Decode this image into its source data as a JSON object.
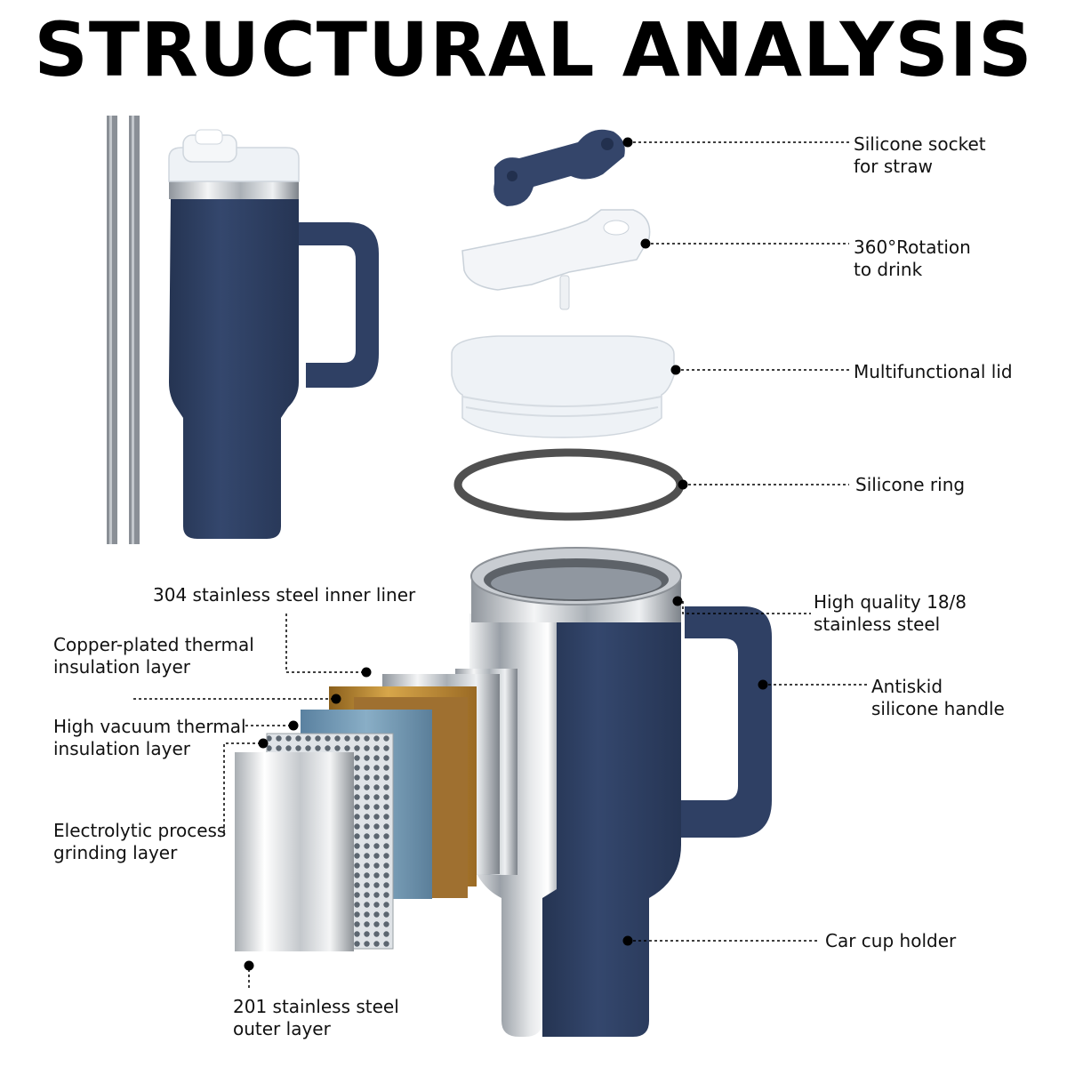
{
  "title": "STRUCTURAL ANALYSIS",
  "colors": {
    "navy": "#2e3f63",
    "steel": "#c9cdd2",
    "copper": "#c69237",
    "blue_layer": "#6e96b2",
    "ring": "#505050",
    "lid": "#eef2f6"
  },
  "labels": {
    "socket": [
      "Silicone socket",
      "for straw"
    ],
    "rotation": [
      "360°Rotation",
      "to drink"
    ],
    "lid": [
      "Multifunctional lid"
    ],
    "ring": [
      "Silicone ring"
    ],
    "steel": [
      "High quality 18/8",
      "stainless steel"
    ],
    "handle": [
      "Antiskid",
      "silicone handle"
    ],
    "holder": [
      "Car cup holder"
    ],
    "inner": [
      "304 stainless steel inner liner"
    ],
    "copper": [
      "Copper-plated thermal",
      "insulation layer"
    ],
    "vacuum": [
      "High vacuum thermal",
      "insulation layer"
    ],
    "electro": [
      "Electrolytic process",
      "grinding layer"
    ],
    "outer": [
      "201 stainless steel",
      "outer layer"
    ]
  }
}
